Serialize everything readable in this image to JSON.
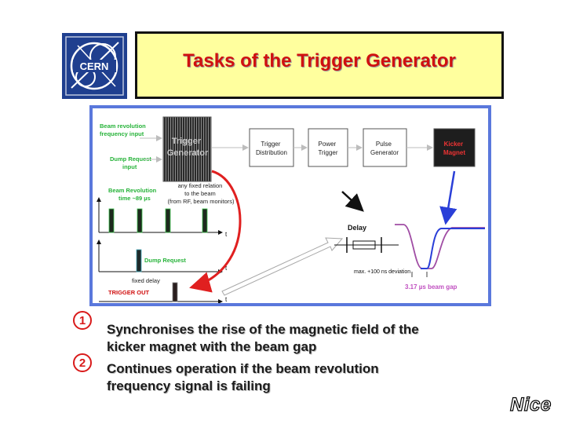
{
  "header": {
    "logo_text": "CERN",
    "title": "Tasks of the Trigger Generator"
  },
  "diagram": {
    "inputs": {
      "beam_revolution_input": [
        "Beam revolution",
        "frequency input"
      ],
      "dump_request_input": [
        "Dump Request",
        "input"
      ]
    },
    "blocks": {
      "trigger_generator": [
        "Trigger",
        "Generator"
      ],
      "trigger_distribution": [
        "Trigger",
        "Distribution"
      ],
      "power_trigger": [
        "Power",
        "Trigger"
      ],
      "pulse_generator": [
        "Pulse",
        "Generator"
      ],
      "kicker_magnet": [
        "Kicker",
        "Magnet"
      ]
    },
    "timing": {
      "beam_revolution": [
        "Beam Revolution",
        "time ~89 µs"
      ],
      "fixed_relation_note": [
        "any fixed relation",
        "to the beam",
        "(from RF, beam monitors)"
      ],
      "dump_request": "Dump Request",
      "fixed_delay": "fixed delay",
      "trigger_out": "TRIGGER OUT",
      "axis_label": "t"
    },
    "delay": {
      "label": "Delay",
      "deviation": "max. +100 ns deviation",
      "beam_gap": "3.17 µs beam gap"
    }
  },
  "bullets": [
    {
      "mark": "1",
      "text": [
        "Synchronises the rise of the magnetic field of the",
        "kicker magnet with the beam gap"
      ]
    },
    {
      "mark": "2",
      "text": [
        "Continues operation if the beam revolution",
        "frequency signal is failing"
      ]
    }
  ],
  "footer": {
    "logo_text": "Nice"
  },
  "colors": {
    "title_background": "#ffff9e",
    "title_text": "#d01010",
    "frame_border": "#5a78dc",
    "input_text": "#27b33a",
    "trigger_out_text": "#d01010",
    "beam_gap_text": "#c050c0",
    "bullet_mark": "#d91a1a"
  }
}
